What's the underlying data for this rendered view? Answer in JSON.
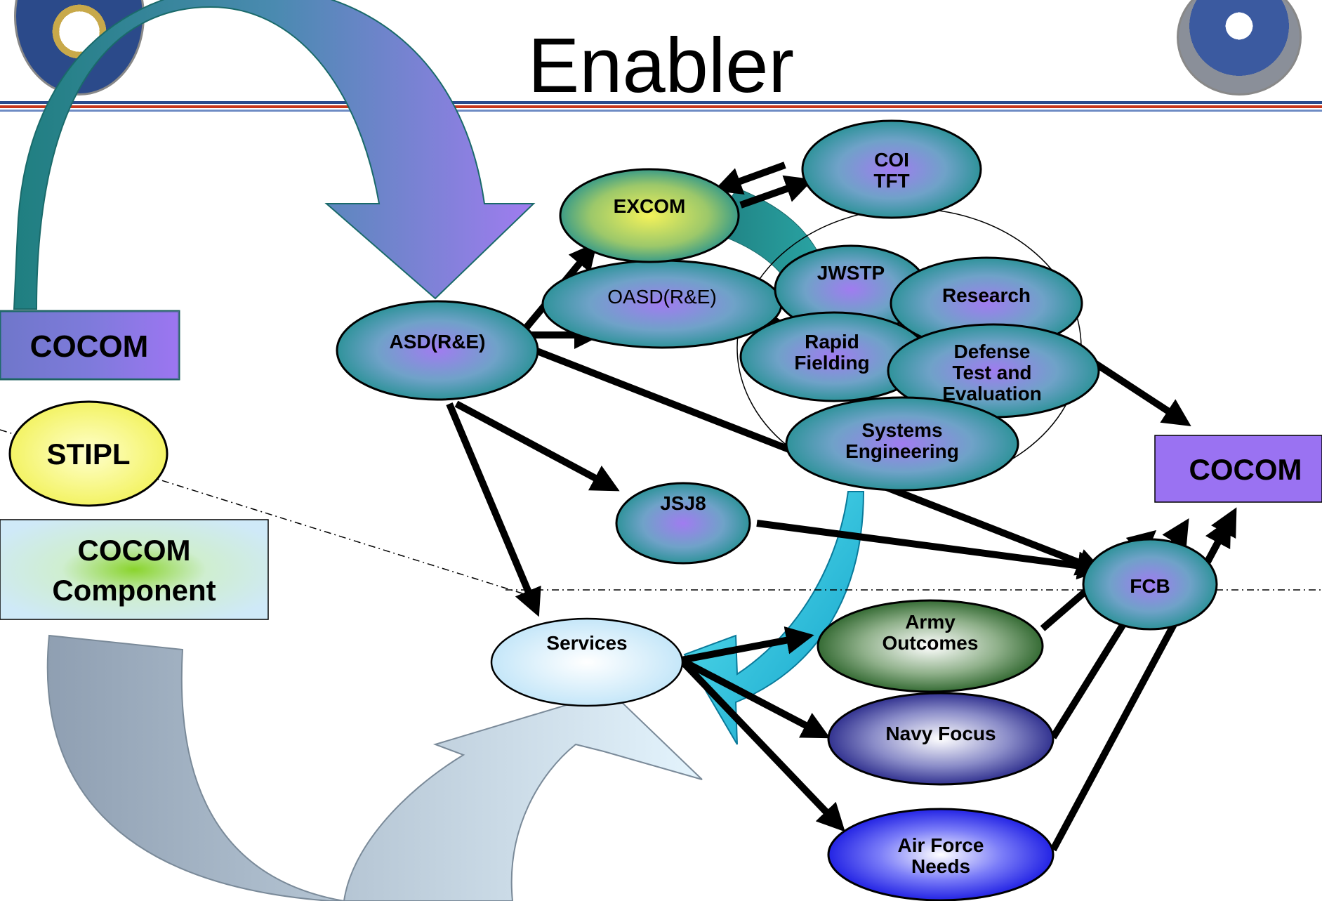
{
  "title": "Enabler",
  "nodes": {
    "cocom_left": "COCOM",
    "stipl": "STIPL",
    "cocom_component": [
      "COCOM",
      "Component"
    ],
    "asd": "ASD(R&E)",
    "excom": "EXCOM",
    "coi_tft": [
      "COI",
      "TFT"
    ],
    "oasd": "OASD(R&E)",
    "jwstp": "JWSTP",
    "research": "Research",
    "rapid_fielding": [
      "Rapid",
      "Fielding"
    ],
    "defense_test": [
      "Defense",
      "Test and",
      "Evaluation"
    ],
    "systems_engineering": [
      "Systems",
      "Engineering"
    ],
    "jsj8": "JSJ8",
    "services": "Services",
    "army": [
      "Army",
      "Outcomes"
    ],
    "navy": "Navy Focus",
    "air_force": [
      "Air Force",
      "Needs"
    ],
    "fcb": "FCB",
    "cocom_right": "COCOM"
  },
  "colors": {
    "teal": "#2a9c9c",
    "purple": "#a07cf0",
    "yellow": "#f2f26a",
    "light_blue": "#cfe9f8",
    "box_purple": "#9a72f2"
  },
  "icons": [
    "seal-left-icon",
    "seal-right-icon"
  ]
}
